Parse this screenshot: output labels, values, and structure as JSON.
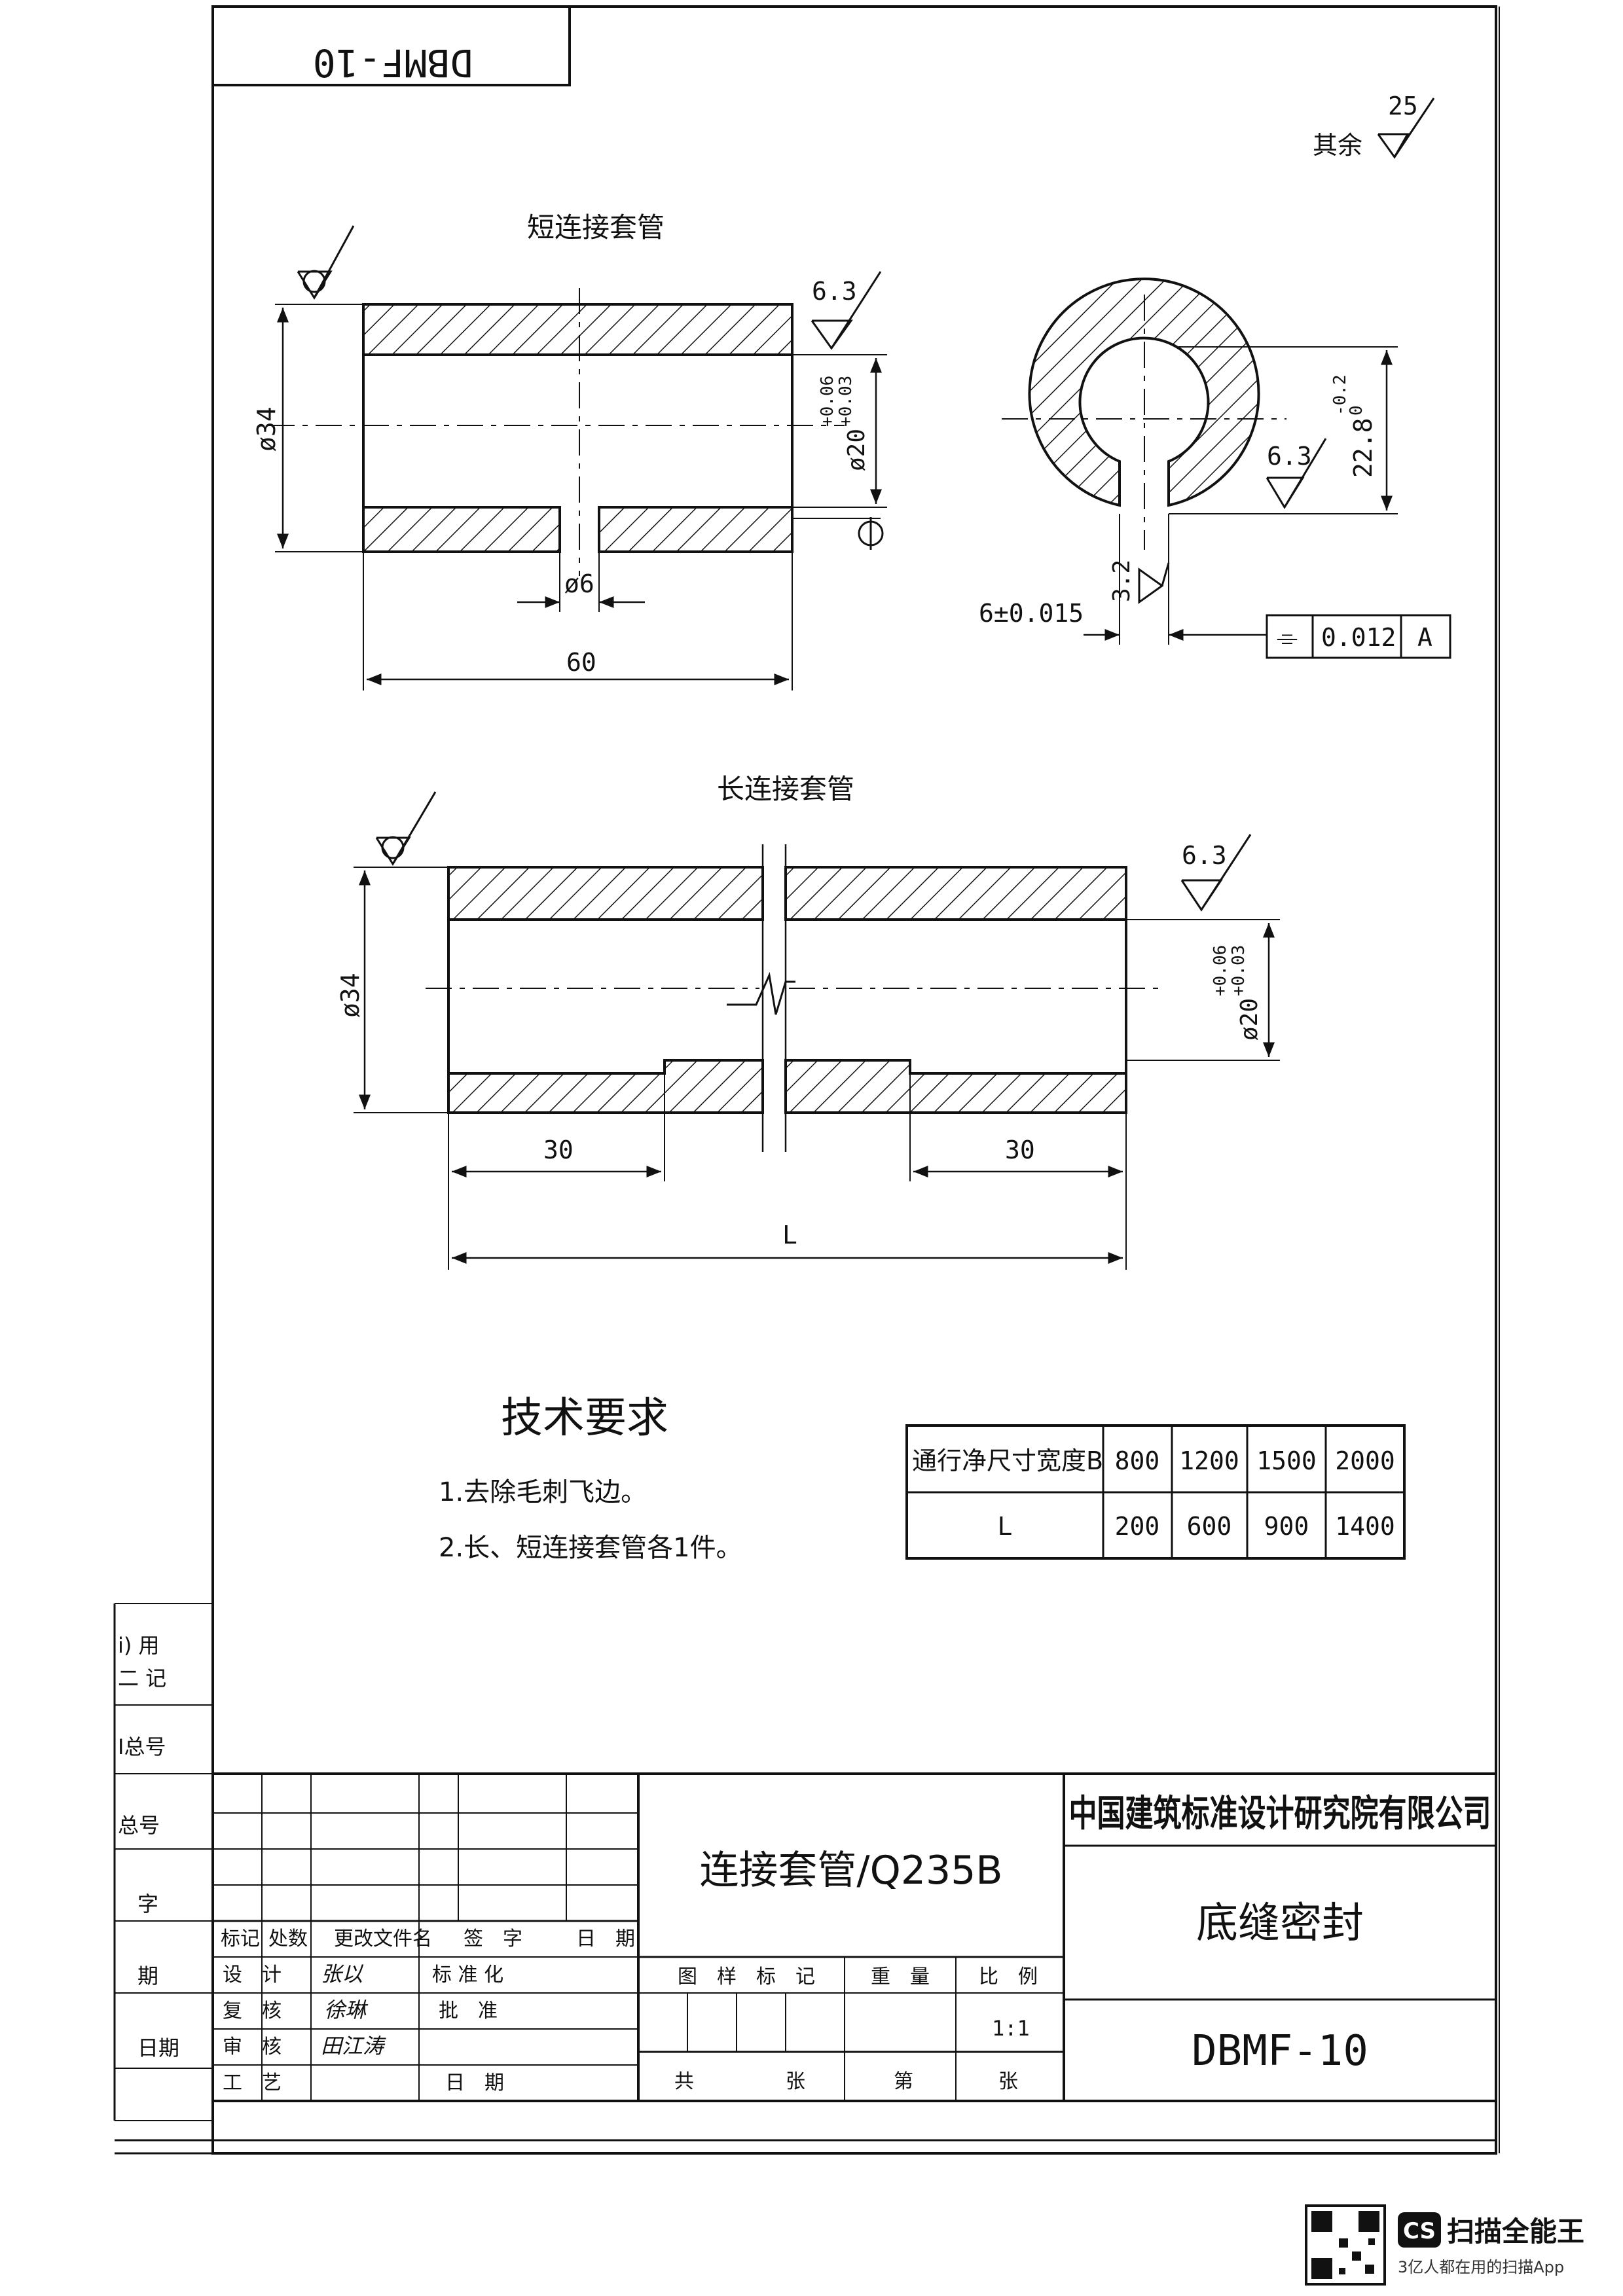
{
  "stamp": {
    "code_mirrored": "DBMF-10"
  },
  "roughness_note": {
    "label": "其余",
    "value": "25"
  },
  "short_sleeve": {
    "title": "短连接套管",
    "outer_dia": "ø34",
    "inner_dia": "ø20",
    "inner_tol_upper": "+0.06",
    "inner_tol_lower": "+0.03",
    "hole_dia": "ø6",
    "length": "60",
    "roughness": "6.3"
  },
  "section_view": {
    "key_depth": "22.8",
    "key_tol_upper": "-0.2",
    "key_tol_lower": "0",
    "roughness_a": "6.3",
    "roughness_b": "3.2",
    "key_width": "6±0.015",
    "tol_symbol": "⌯",
    "tol_value": "0.012",
    "tol_datum": "A"
  },
  "long_sleeve": {
    "title": "长连接套管",
    "outer_dia": "ø34",
    "inner_dia": "ø20",
    "inner_tol_upper": "+0.06",
    "inner_tol_lower": "+0.03",
    "roughness": "6.3",
    "left_len": "30",
    "right_len": "30",
    "total_len": "L"
  },
  "requirements": {
    "heading": "技术要求",
    "items": [
      "1.去除毛刺飞边。",
      "2.长、短连接套管各1件。"
    ]
  },
  "size_table": {
    "row1_label": "通行净尺寸宽度B",
    "row1_values": [
      "800",
      "1200",
      "1500",
      "2000"
    ],
    "row2_label": "L",
    "row2_values": [
      "200",
      "600",
      "900",
      "1400"
    ]
  },
  "side_strip": [
    "i) 用",
    "二 记",
    "I总号",
    "总号",
    "字",
    "期",
    "日期"
  ],
  "title_block": {
    "part_name": "连接套管/Q235B",
    "company": "中国建筑标准设计研究院有限公司",
    "project": "底缝密封",
    "drawing_no": "DBMF-10",
    "rev_headers": [
      "标记",
      "处数",
      "更改文件名",
      "签　字",
      "日　期"
    ],
    "role_design": "设　计",
    "role_check": "复　核",
    "role_review": "审　核",
    "role_process": "工　艺",
    "role_std": "标 准 化",
    "role_approve": "批　准",
    "role_date": "日　期",
    "sig_design": "张以",
    "sig_check": "徐琳",
    "sig_review": "田江涛",
    "marking_header": "图　样　标　记",
    "weight_header": "重　量",
    "scale_header": "比　例",
    "scale_value": "1:1",
    "total_label": "共",
    "sheet_label": "张",
    "page_label": "第",
    "page_sheet_label": "张"
  },
  "scanner_brand": {
    "logo": "CS",
    "name": "扫描全能王",
    "slogan": "3亿人都在用的扫描App"
  }
}
